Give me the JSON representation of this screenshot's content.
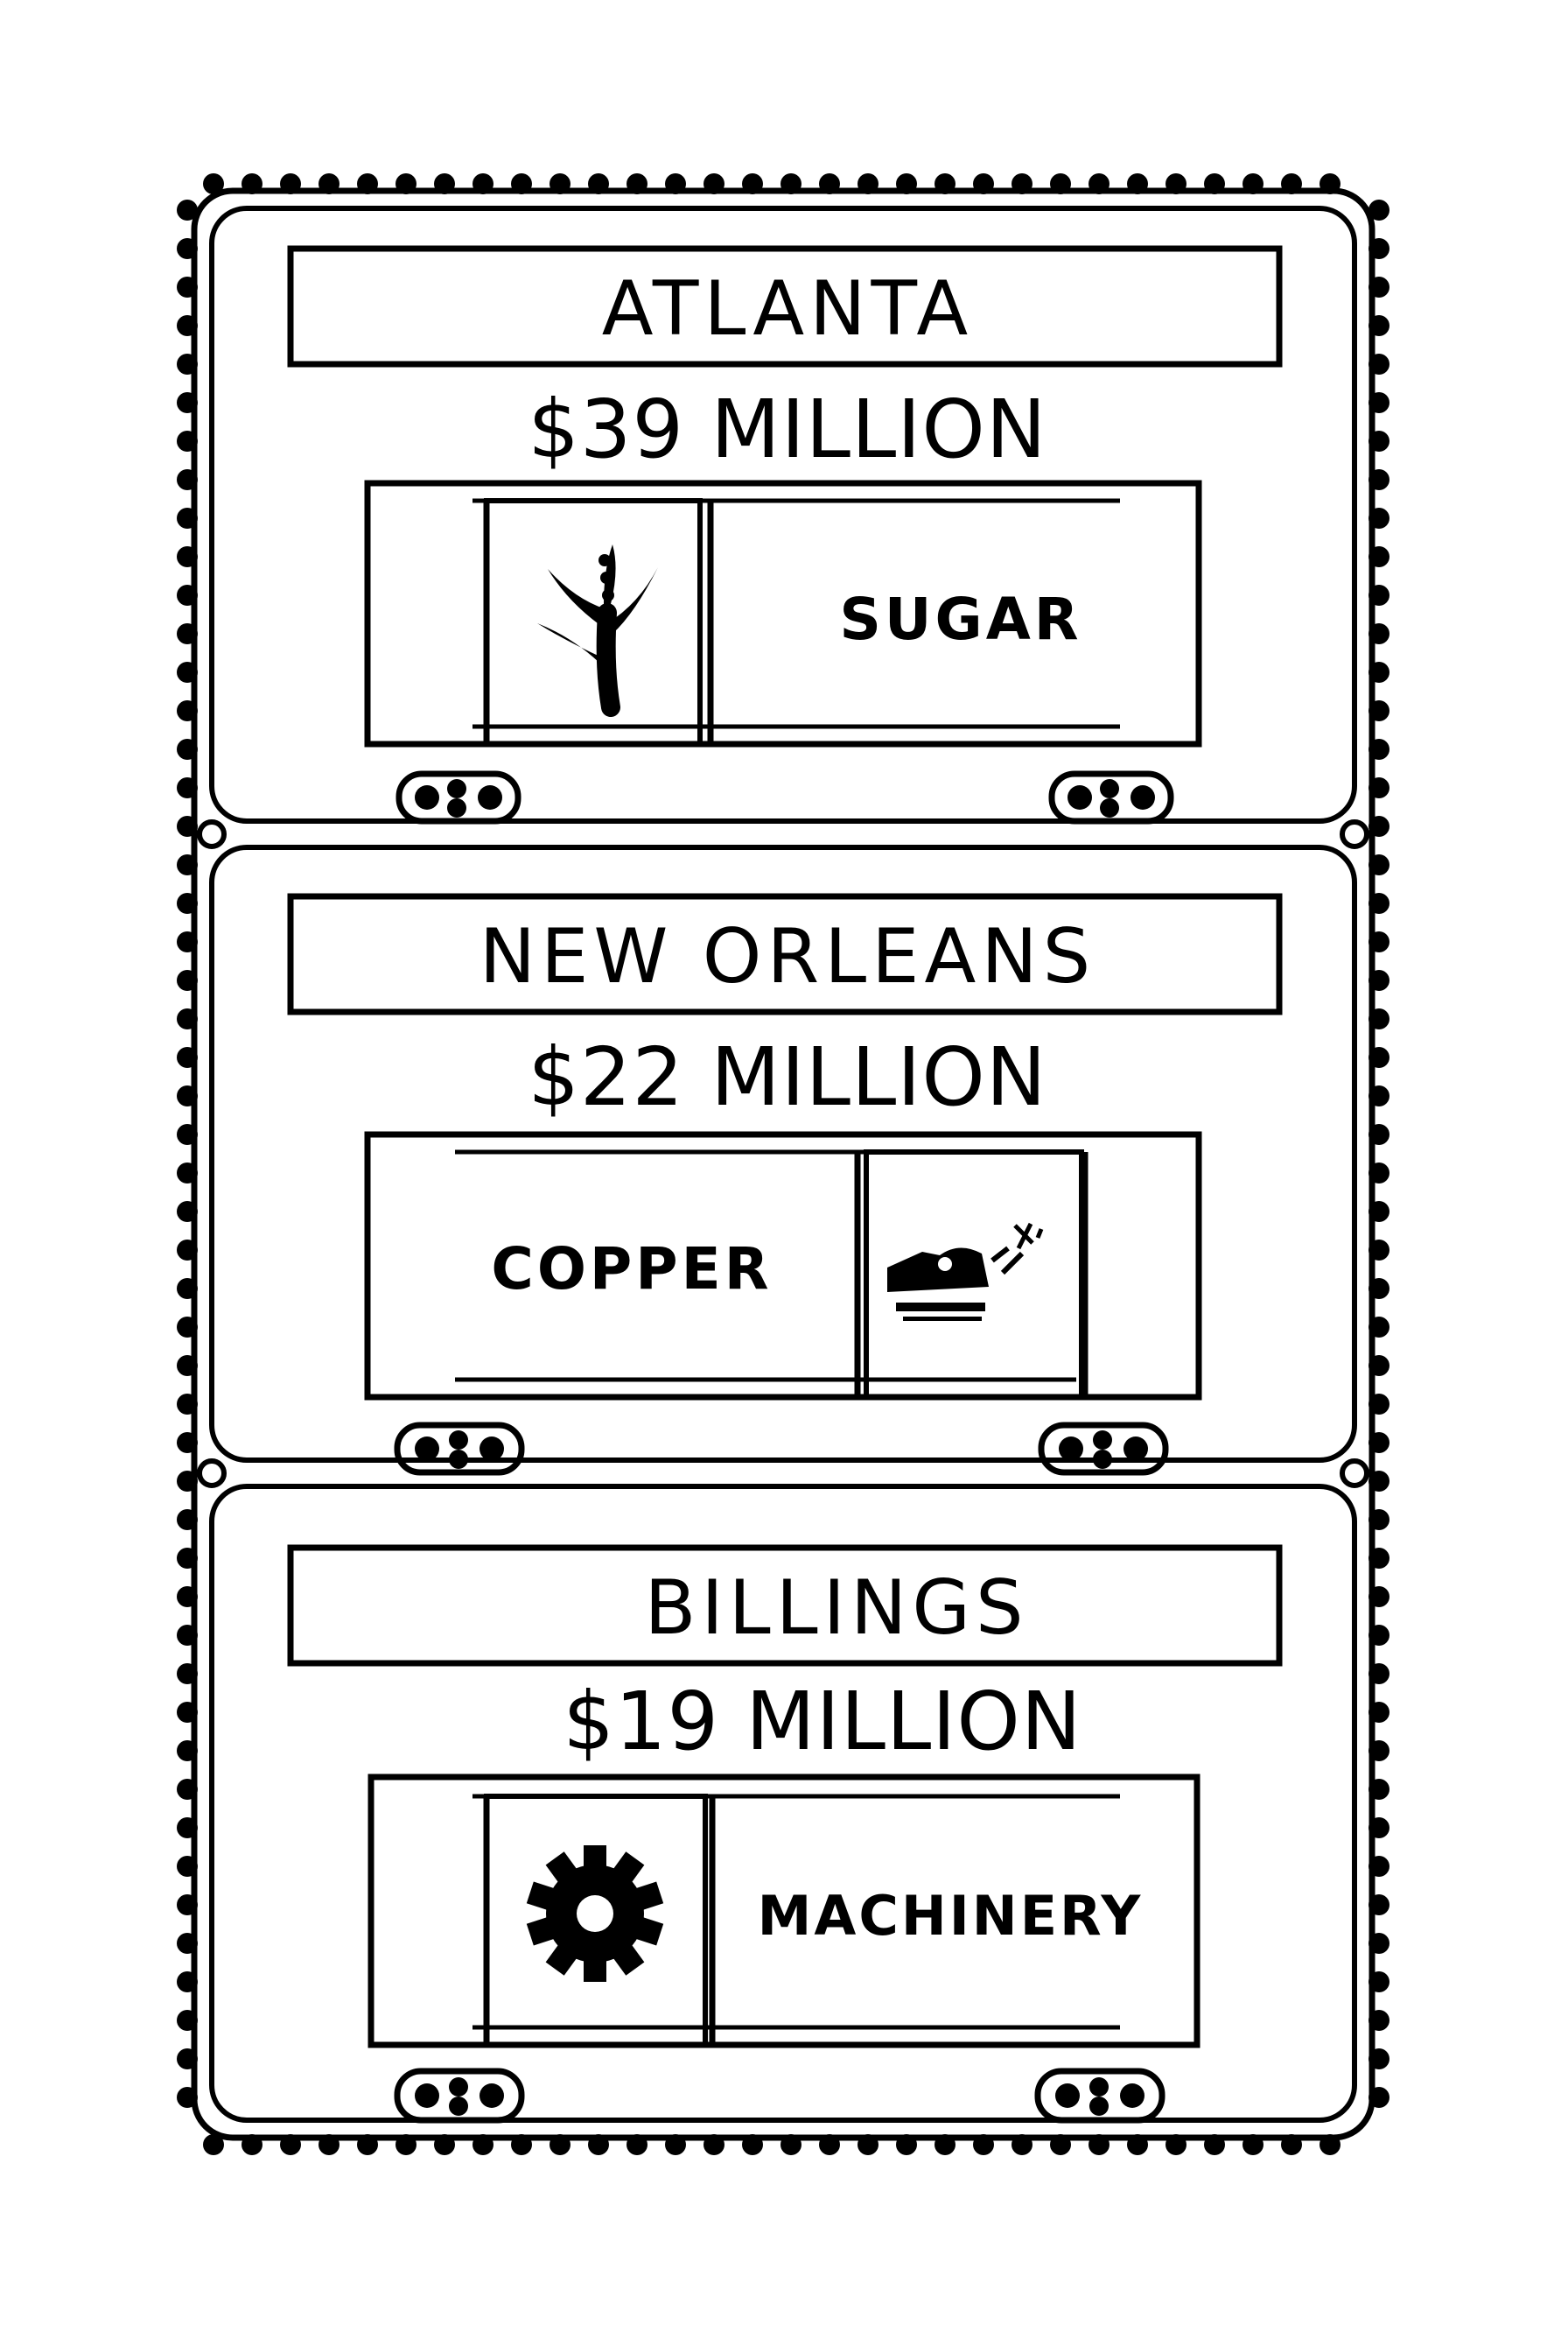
{
  "colors": {
    "ink": "#000000",
    "paper": "#ffffff"
  },
  "panels": [
    {
      "city": "ATLANTA",
      "amount": "$39 MILLION",
      "commodity": "SUGAR",
      "icon": "sugarcane-icon"
    },
    {
      "city": "NEW ORLEANS",
      "amount": "$22 MILLION",
      "commodity": "COPPER",
      "icon": "copper-smelting-icon"
    },
    {
      "city": "BILLINGS",
      "amount": "$19 MILLION",
      "commodity": "MACHINERY",
      "icon": "gear-icon"
    }
  ]
}
